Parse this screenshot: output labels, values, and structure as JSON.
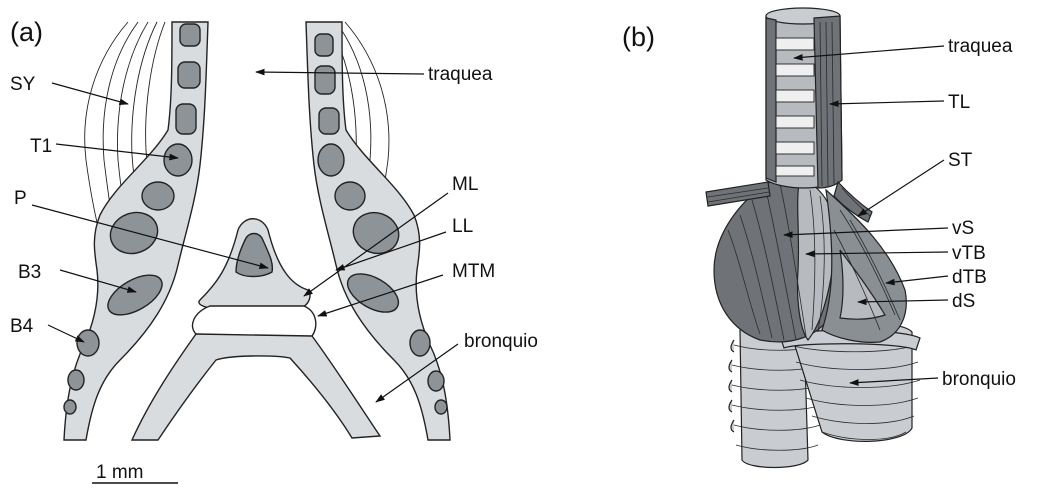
{
  "panel_a": {
    "tag": "(a)",
    "labels": {
      "traquea": "traquea",
      "sy": "SY",
      "t1": "T1",
      "p": "P",
      "ml": "ML",
      "ll": "LL",
      "mtm": "MTM",
      "b3": "B3",
      "b4": "B4",
      "bronquio": "bronquio"
    },
    "scale_bar": "1 mm"
  },
  "panel_b": {
    "tag": "(b)",
    "labels": {
      "traquea": "traquea",
      "tl": "TL",
      "st": "ST",
      "vs": "vS",
      "vtb": "vTB",
      "dtb": "dTB",
      "ds": "dS",
      "bronquio": "bronquio"
    }
  }
}
